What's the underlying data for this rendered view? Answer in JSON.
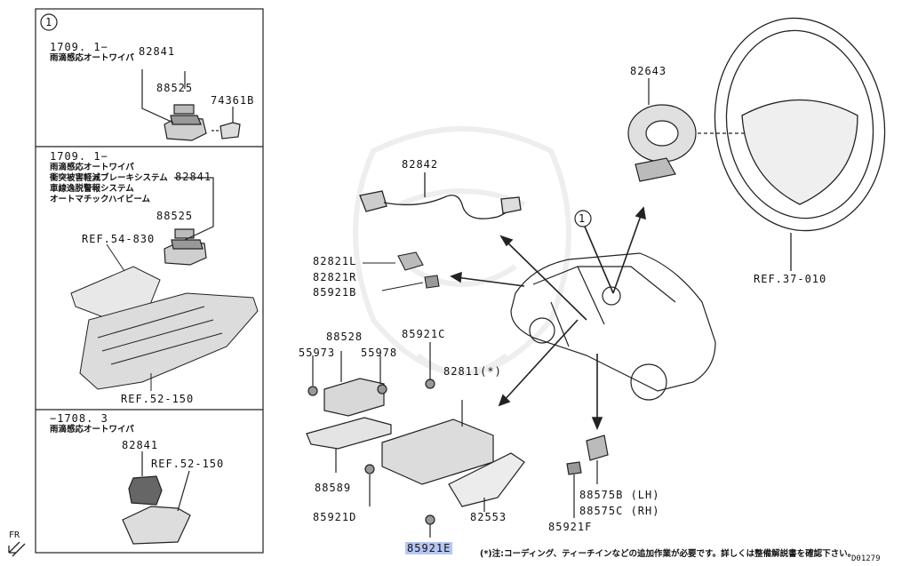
{
  "callout": {
    "circle_1": "1",
    "circle_1_main": "1"
  },
  "inset_top": {
    "date": "1709. 1−",
    "desc": "雨滴感応オートワイパ",
    "part_a": "82841",
    "part_b": "88525",
    "part_c": "74361B"
  },
  "inset_mid": {
    "date": "1709. 1−",
    "desc_lines": [
      "雨滴感応オートワイパ",
      "衝突被害軽減ブレーキシステム",
      "車線逸脱警報システム",
      "オートマチックハイビーム"
    ],
    "part_a": "82841",
    "part_b": "88525",
    "ref_a": "REF.54-830",
    "ref_b": "REF.52-150"
  },
  "inset_bot": {
    "date": "−1708. 3",
    "desc": "雨滴感応オートワイパ",
    "part_a": "82841",
    "ref_a": "REF.52-150"
  },
  "parts": {
    "p82842": "82842",
    "p82821L": "82821L",
    "p82821R": "82821R",
    "p85921B": "85921B",
    "p88528": "88528",
    "p85921C": "85921C",
    "p55973": "55973",
    "p55978": "55978",
    "p82811": "82811(*)",
    "p88589": "88589",
    "p85921D": "85921D",
    "p82553": "82553",
    "p85921E": "85921E",
    "p85921F": "85921F",
    "p88575B": "88575B (LH)",
    "p88575C": "88575C (RH)",
    "p82643": "82643",
    "ref37": "REF.37-010"
  },
  "footer": {
    "note": "(*)注:コーディング、ティーチインなどの追加作業が必要です。詳しくは整備解説書を確認下さい。",
    "diagram_id": "D01279",
    "fr_label": "FR"
  }
}
